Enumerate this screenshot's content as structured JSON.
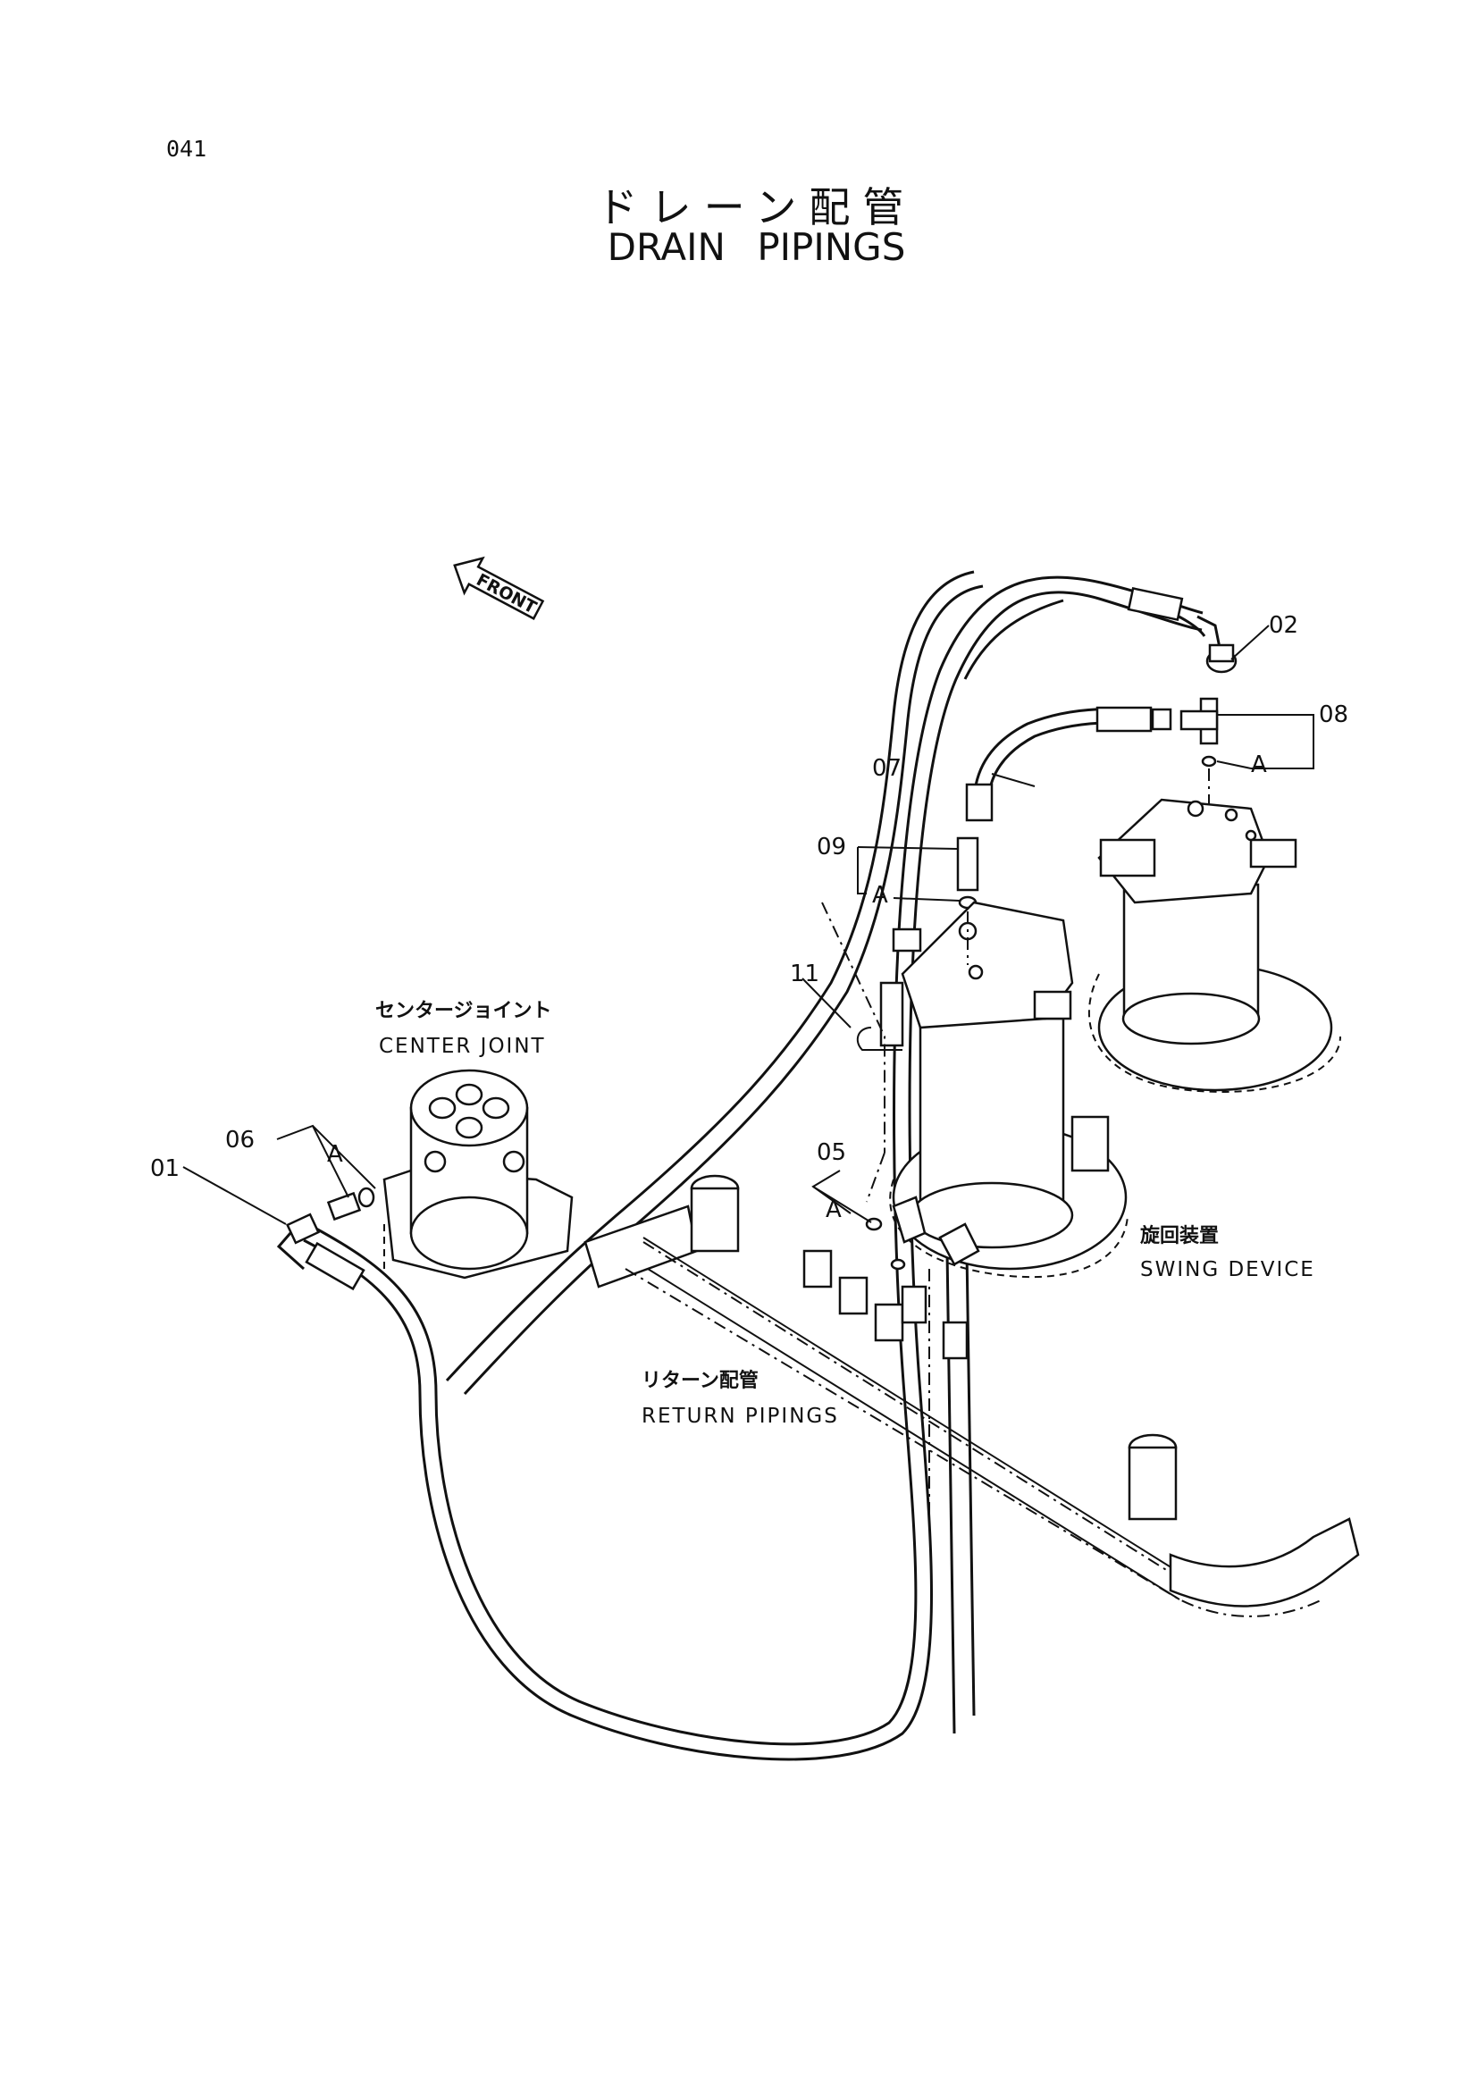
{
  "page_number": "041",
  "title": {
    "japanese": "ドレーン配管",
    "english": "DRAIN PIPINGS"
  },
  "direction_arrow": "FRONT",
  "components": {
    "center_joint": {
      "japanese": "センタージョイント",
      "english": "CENTER JOINT"
    },
    "swing_device": {
      "japanese": "旋回装置",
      "english": "SWING DEVICE"
    },
    "return_pipings": {
      "japanese": "リターン配管",
      "english": "RETURN PIPINGS"
    }
  },
  "callouts": {
    "p01": "01",
    "p02": "02",
    "p05": "05",
    "p06": "06",
    "p07": "07",
    "p08": "08",
    "p09": "09",
    "p11": "11",
    "a_01": "A",
    "a_02": "A",
    "a_03": "A",
    "a_04": "A"
  }
}
